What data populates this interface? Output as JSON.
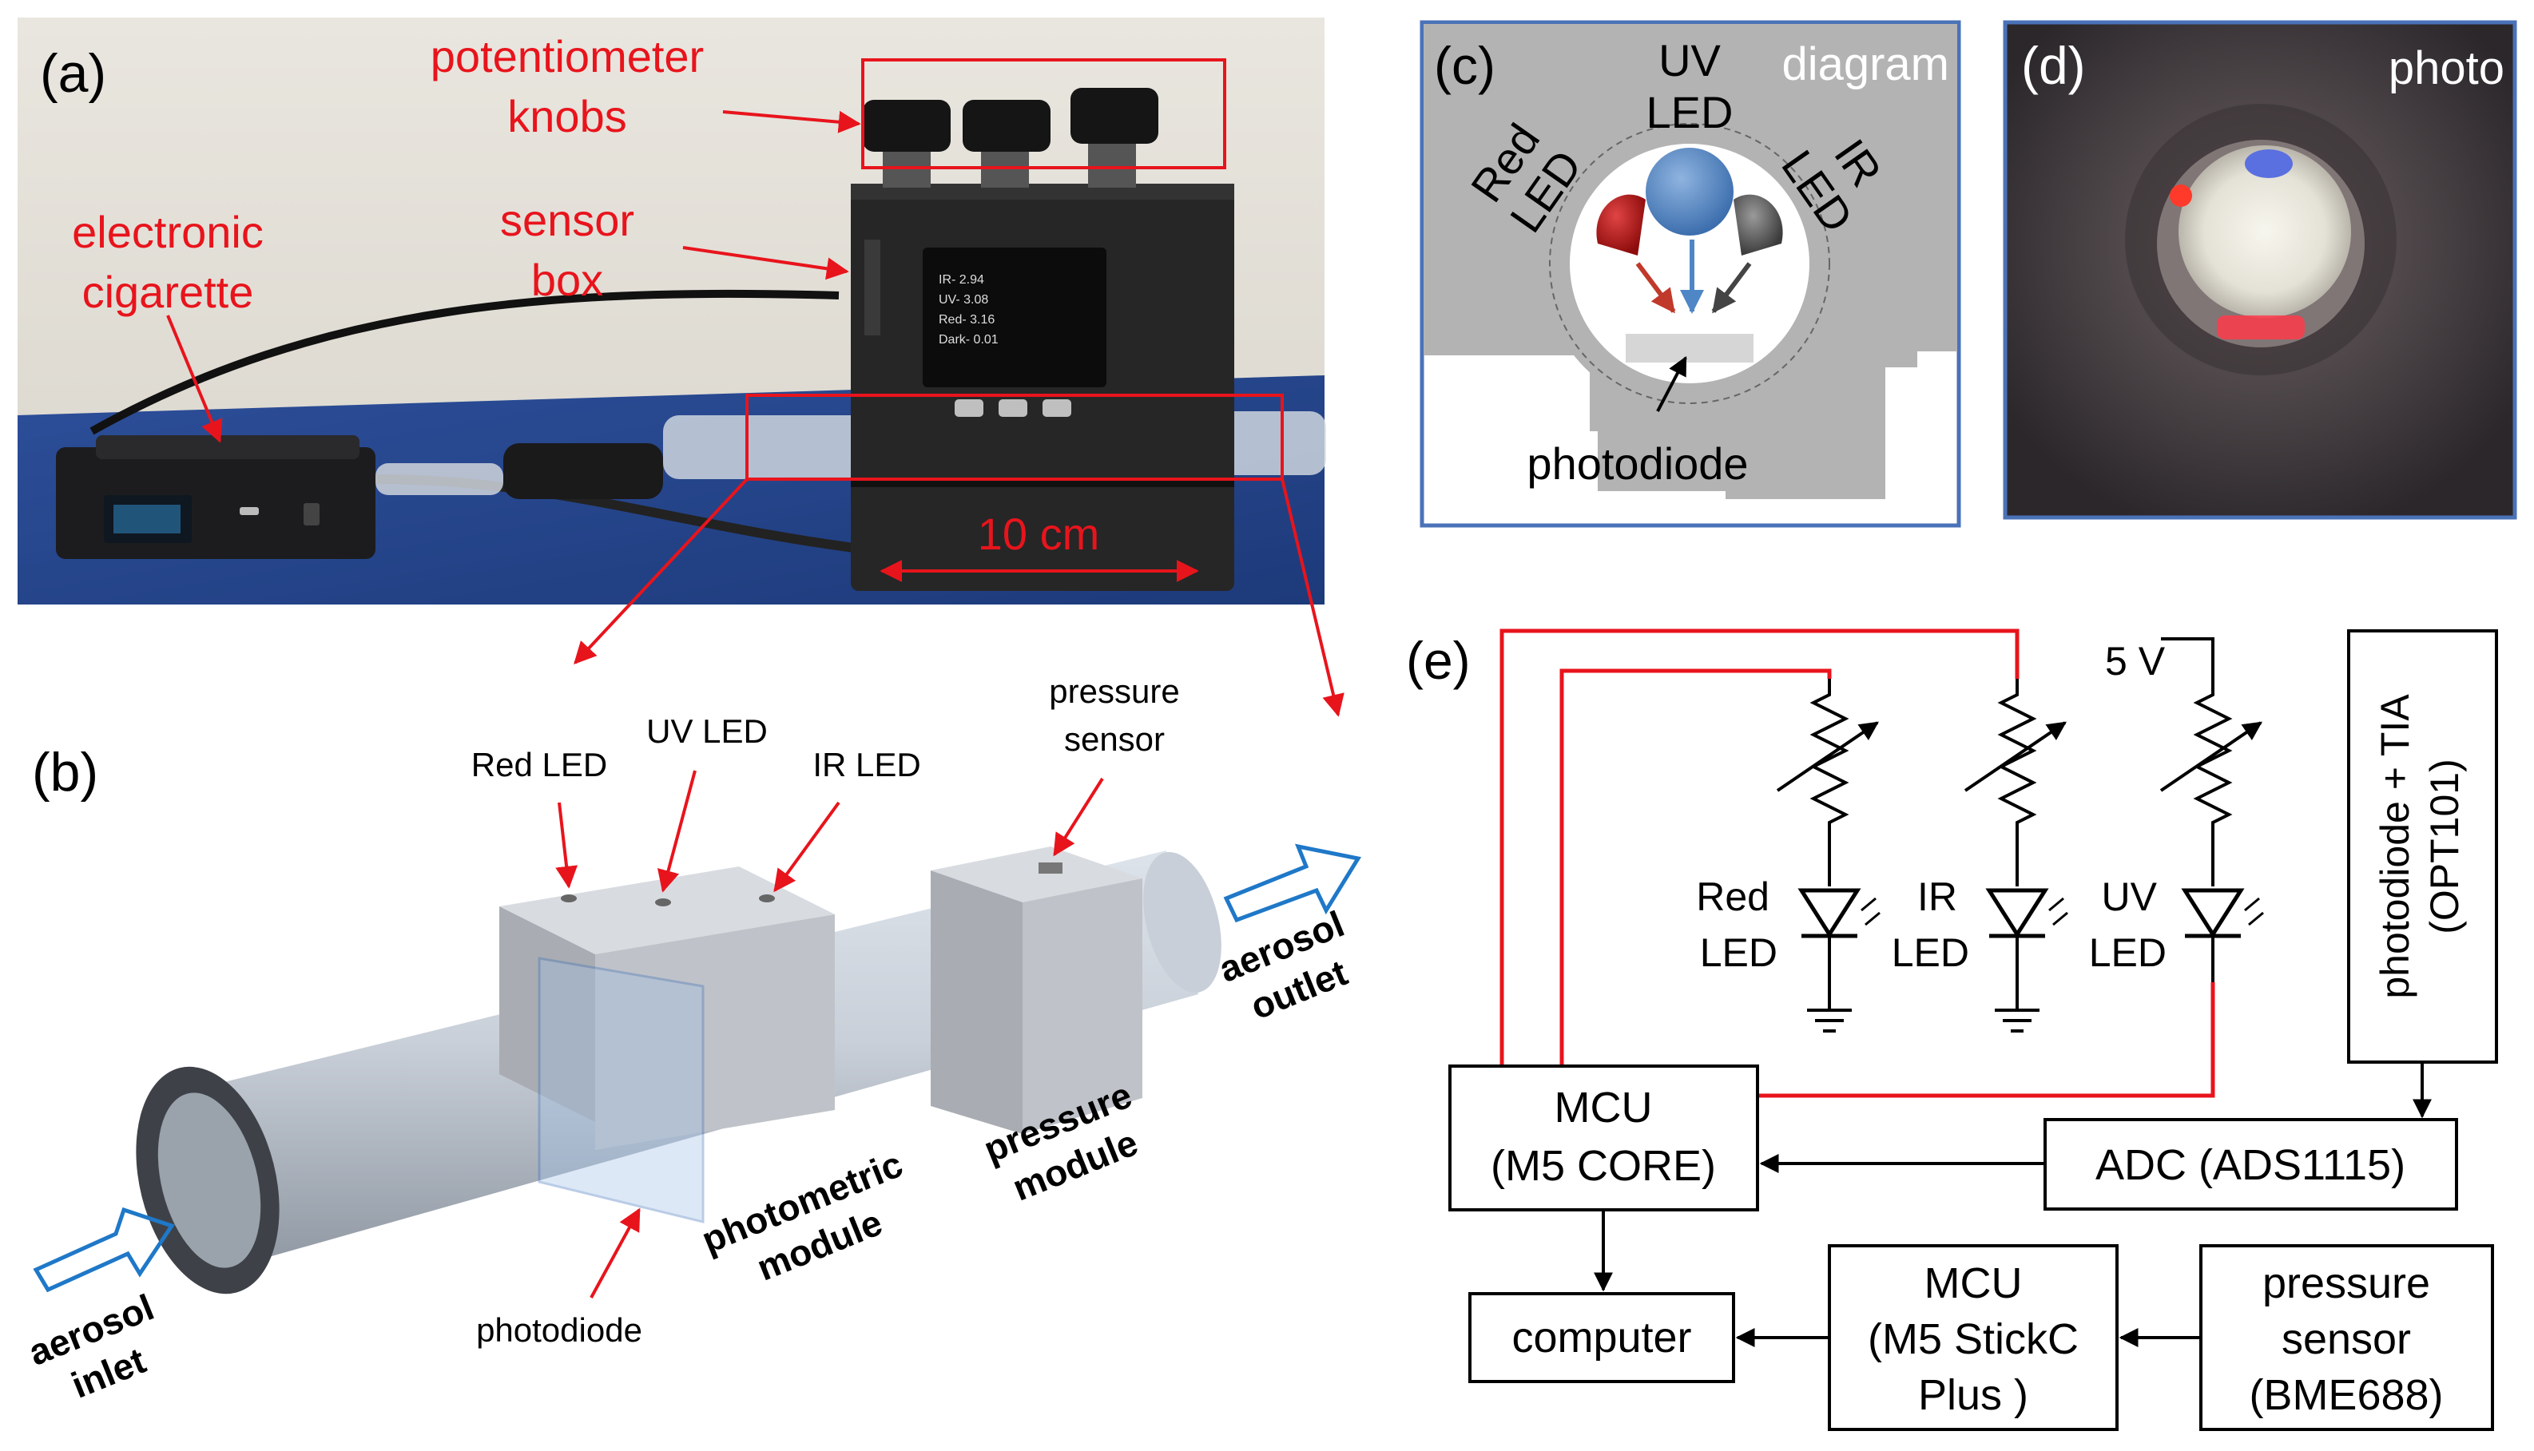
{
  "panel_a": {
    "tag": "(a)",
    "knobs_label": [
      "potentiometer",
      "knobs"
    ],
    "box_label": [
      "sensor",
      "box"
    ],
    "ecig_label": [
      "electronic",
      "cigarette"
    ],
    "scale_label": "10 cm",
    "screen_lines": [
      "IR- 2.94",
      "UV- 3.08",
      "Red- 3.16",
      "Dark- 0.01"
    ]
  },
  "panel_b": {
    "tag": "(b)",
    "red_led": "Red LED",
    "uv_led": "UV LED",
    "ir_led": "IR LED",
    "pressure_sensor": [
      "pressure",
      "sensor"
    ],
    "inlet": [
      "aerosol",
      "inlet"
    ],
    "outlet": [
      "aerosol",
      "outlet"
    ],
    "photometric_module": [
      "photometric",
      "module"
    ],
    "pressure_module": [
      "pressure",
      "module"
    ],
    "photodiode": "photodiode"
  },
  "panel_c": {
    "tag": "(c)",
    "title": "diagram",
    "uv": [
      "UV",
      "LED"
    ],
    "red": [
      "Red",
      "LED"
    ],
    "ir": [
      "IR",
      "LED"
    ],
    "photodiode": "photodiode"
  },
  "panel_d": {
    "tag": "(d)",
    "title": "photo"
  },
  "panel_e": {
    "tag": "(e)",
    "supply": "5 V",
    "red_led": [
      "Red",
      "LED"
    ],
    "ir_led": [
      "IR",
      "LED"
    ],
    "uv_led": [
      "UV",
      "LED"
    ],
    "tia_box": [
      "photodiode + TIA",
      "(OPT101)"
    ],
    "mcu_core": [
      "MCU",
      "(M5 CORE)"
    ],
    "adc": "ADC (ADS1115)",
    "computer": "computer",
    "mcu_stick": [
      "MCU",
      "(M5 StickC",
      "Plus )"
    ],
    "pressure": [
      "pressure",
      "sensor",
      "(BME688)"
    ]
  },
  "colors": {
    "annotation_red": "#e8141c",
    "panel_border_blue": "#4a72b8",
    "arrow_blue": "#1f78c8",
    "led_uv_blue": "#4f86c6",
    "led_red": "#b01818"
  }
}
